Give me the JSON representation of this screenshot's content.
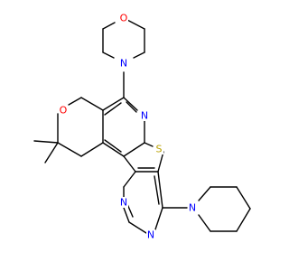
{
  "molecule": {
    "atoms": [
      {
        "label": "O",
        "color": "#ff0000"
      },
      {
        "label": "N",
        "color": "#0000ff"
      },
      {
        "label": "O",
        "color": "#ff0000"
      },
      {
        "label": "N",
        "color": "#0000ff"
      },
      {
        "label": "S",
        "color": "#b8a000"
      },
      {
        "label": "N",
        "color": "#0000ff"
      },
      {
        "label": "N",
        "color": "#0000ff"
      },
      {
        "label": "N",
        "color": "#0000ff"
      },
      {
        "label": "N",
        "color": "#0000ff"
      }
    ],
    "bond_color": "#000000"
  }
}
